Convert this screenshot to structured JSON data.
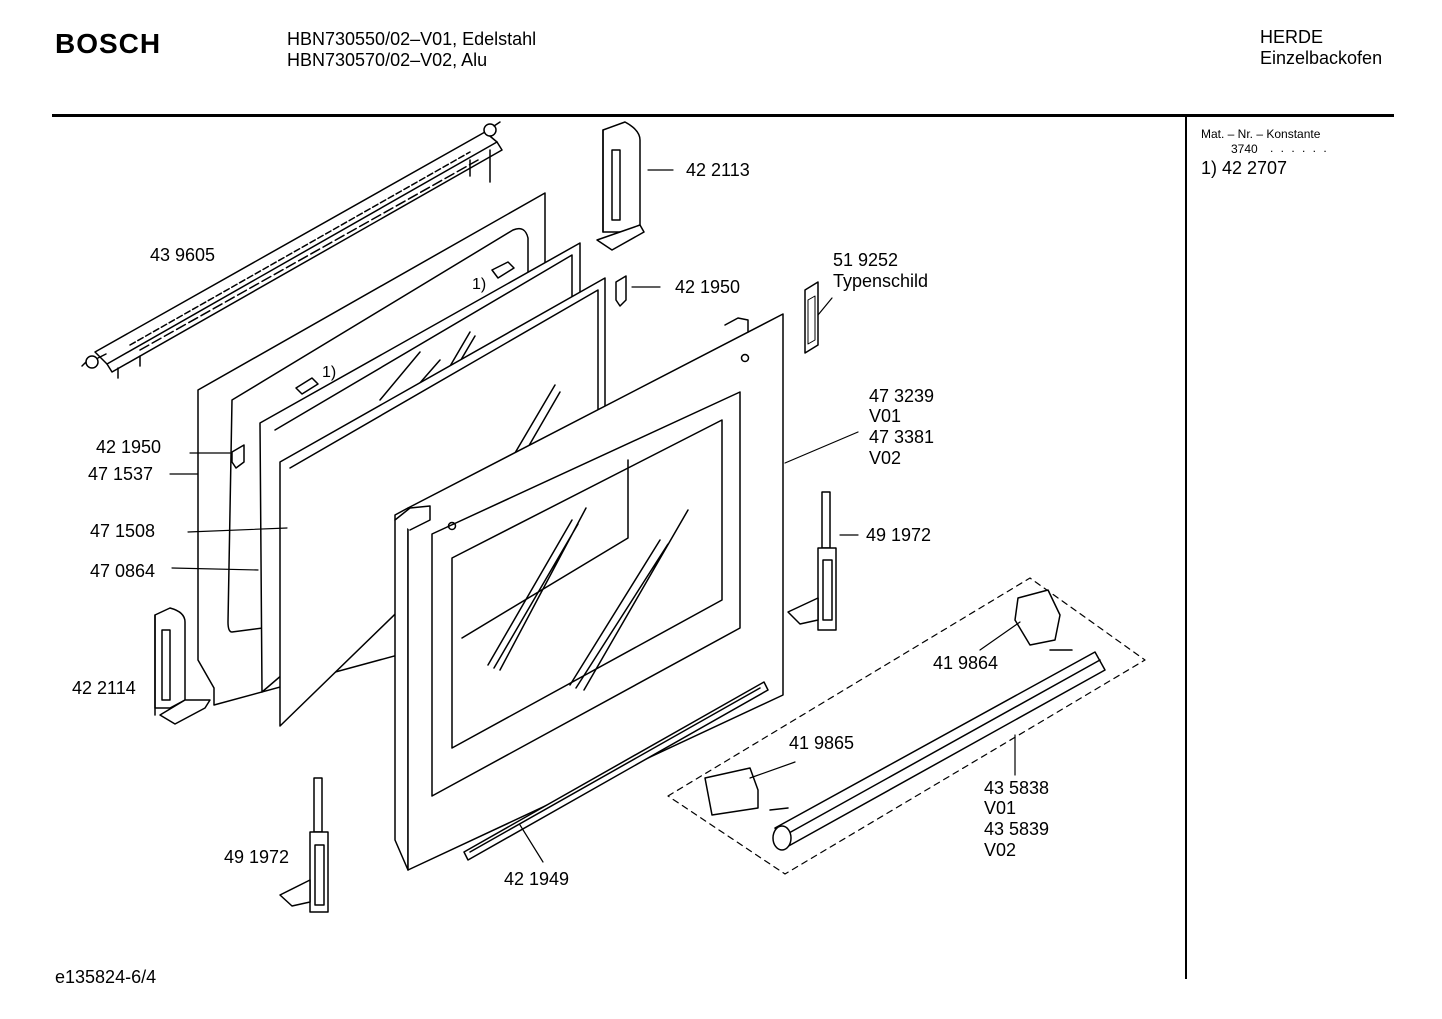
{
  "header": {
    "brand": "BOSCH",
    "model_line_1": "HBN730550/02–V01, Edelstahl",
    "model_line_2": "HBN730570/02–V02, Alu",
    "category_1": "HERDE",
    "category_2": "Einzelbackofen"
  },
  "sidebar": {
    "heading": "Mat. – Nr. – Konstante",
    "code": "3740",
    "dots": ". .   . . . .",
    "note": "1) 42 2707"
  },
  "labels": {
    "p_422113": "42 2113",
    "p_439605": "43 9605",
    "p_519252": "51 9252",
    "typenschild": "Typenschild",
    "p_421950_top": "42 1950",
    "note_1_a": "1)",
    "note_1_b": "1)",
    "p_473239": "47 3239",
    "v01_a": "V01",
    "p_473381": "47 3381",
    "v02_a": "V02",
    "p_421950_left": "42 1950",
    "p_471537": "47 1537",
    "p_471508": "47 1508",
    "p_470864": "47 0864",
    "p_491972_right": "49 1972",
    "p_419864": "41 9864",
    "p_422114": "42 2114",
    "p_419865": "41 9865",
    "p_435838": "43 5838",
    "v01_b": "V01",
    "p_435839": "43 5839",
    "v02_b": "V02",
    "p_491972_left": "49 1972",
    "p_421949": "42 1949"
  },
  "footer": {
    "id": "e135824-6/4"
  }
}
